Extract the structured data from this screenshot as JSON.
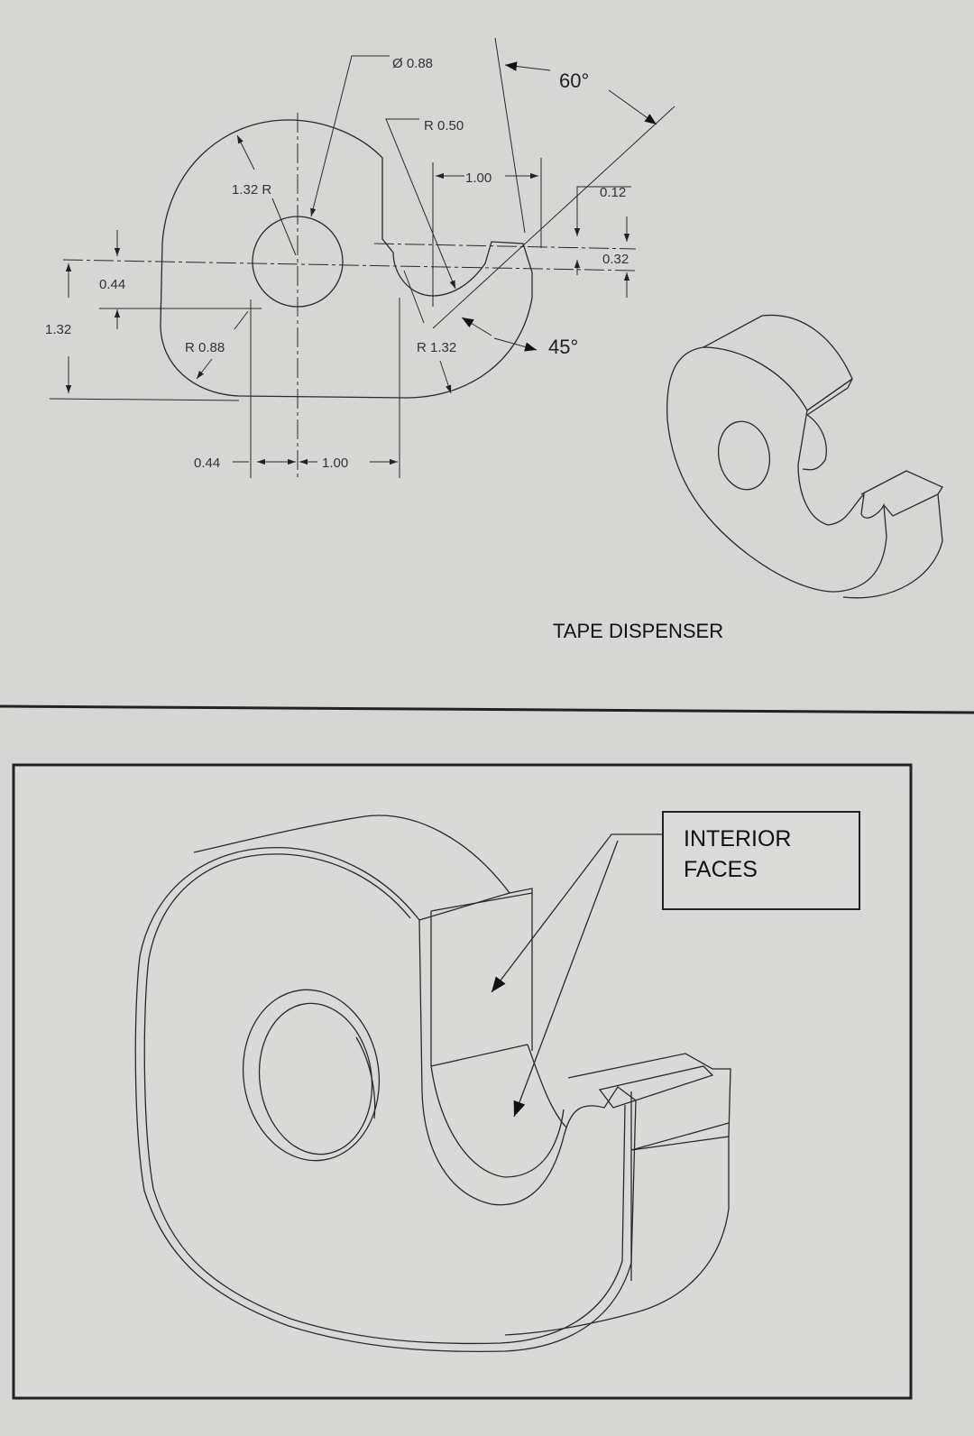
{
  "drawing": {
    "dimensions": {
      "diameter_hole": "Ø 0.88",
      "radius_slot": "R 0.50",
      "angle_top": "60°",
      "radius_outer": "1.32 R",
      "width_slot": "1.00",
      "thickness_tip": "0.12",
      "offset_tip": "0.32",
      "offset_hole": "0.44",
      "height_overall": "1.32",
      "radius_corner": "R 0.88",
      "radius_lower": "R 1.32",
      "angle_lower": "45°",
      "horizontal_offset": "0.44",
      "horizontal_spacing": "1.00"
    },
    "caption": "TAPE DISPENSER"
  },
  "detail": {
    "label_line1": "INTERIOR",
    "label_line2": "FACES"
  },
  "colors": {
    "paper": "#d6d6d4",
    "ink": "#2a2a2a"
  }
}
